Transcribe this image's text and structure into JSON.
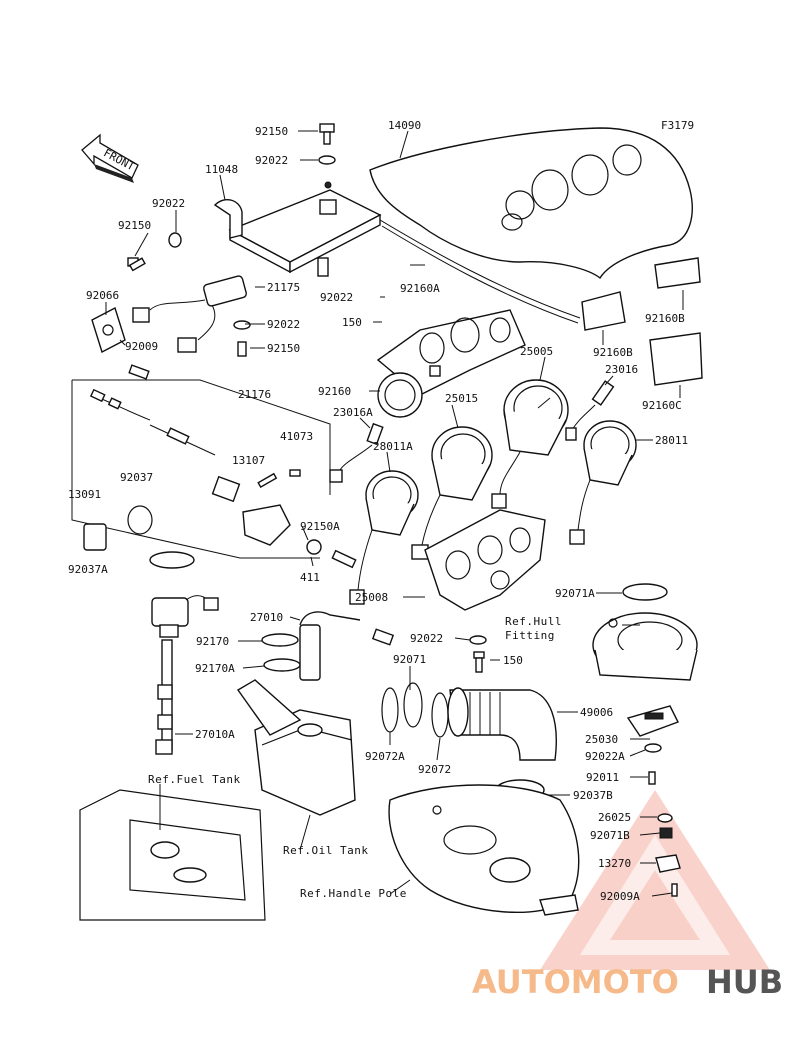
{
  "diagram_code": "F3179",
  "front_label": "FRONT",
  "parts": {
    "p14090": "14090",
    "p92150_top": "92150",
    "p92022_top": "92022",
    "p11048": "11048",
    "p92022_left": "92022",
    "p92150_left": "92150",
    "p92066": "92066",
    "p21175": "21175",
    "p92022_mid": "92022",
    "p92150_mid": "92150",
    "p92009": "92009",
    "p92022_center": "92022",
    "p92160A": "92160A",
    "p150_top": "150",
    "p92160B_box": "92160B",
    "p92160B_a": "92160B",
    "p92160C": "92160C",
    "p92160": "92160",
    "p25005": "25005",
    "p23016": "23016",
    "p21176": "21176",
    "p41073": "41073",
    "p23016A": "23016A",
    "p25015": "25015",
    "p28011": "28011",
    "p28011A": "28011A",
    "p13107": "13107",
    "p92037": "92037",
    "p13091": "13091",
    "p92037A": "92037A",
    "p92150A": "92150A",
    "p411": "411",
    "p25008": "25008",
    "p92071A": "92071A",
    "p27010": "27010",
    "p92170": "92170",
    "p92170A": "92170A",
    "p92022_low": "92022",
    "p92071": "92071",
    "p150_low": "150",
    "p27010A": "27010A",
    "p49006": "49006",
    "p25030": "25030",
    "p92022A": "92022A",
    "p92072A": "92072A",
    "p92072": "92072",
    "p92011": "92011",
    "p92037B": "92037B",
    "p26025": "26025",
    "p92071B": "92071B",
    "p13270": "13270",
    "p92009A": "92009A"
  },
  "refs": {
    "hull_fitting_1": "Ref.Hull",
    "hull_fitting_2": "Fitting",
    "fuel_tank": "Ref.Fuel Tank",
    "oil_tank": "Ref.Oil Tank",
    "handle_pole": "Ref.Handle Pole"
  },
  "watermark": {
    "part1": "AUTOMOTO",
    "part2": "HUB",
    "color_orange": "#f5b98a",
    "color_red": "#e84c3d",
    "color_gray": "#555555"
  }
}
